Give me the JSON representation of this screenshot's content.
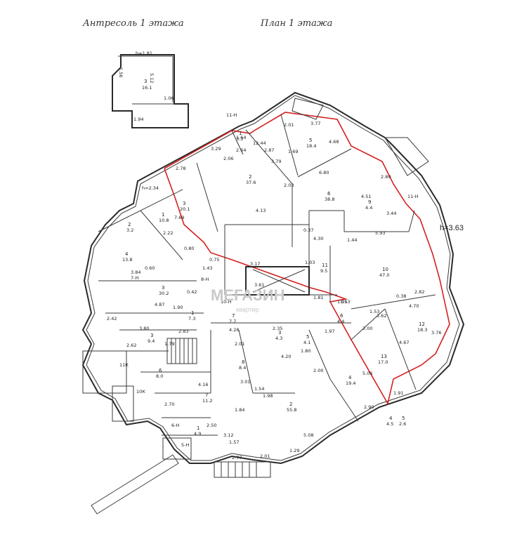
{
  "titles": {
    "mezzanine": "Антресоль 1 этажа",
    "floor_plan": "План 1 этажа"
  },
  "ceiling_height": "h=3.63",
  "watermark": {
    "brand": "МЕГАЗИН",
    "sub": "квартир"
  },
  "rooms": {
    "mz_3": {
      "num": "3",
      "area": "16.1"
    },
    "r1": {
      "num": "1",
      "area": "3.5"
    },
    "r2": {
      "num": "2",
      "area": "37.6"
    },
    "r3": {
      "num": "3",
      "area": "20.1"
    },
    "r5": {
      "num": "5",
      "area": "18.4"
    },
    "r6": {
      "num": "6",
      "area": "38.8"
    },
    "r9": {
      "num": "9",
      "area": "4.4"
    },
    "r10": {
      "num": "10",
      "area": "47.0"
    },
    "r11": {
      "num": "11",
      "area": "9.5"
    },
    "r12": {
      "num": "12",
      "area": "18.3"
    },
    "r13": {
      "num": "13",
      "area": "17.0"
    },
    "r4e": {
      "num": "4",
      "area": "19.4"
    },
    "r2s": {
      "num": "2",
      "area": "55.8"
    },
    "rw1": {
      "num": "1",
      "area": "10.8"
    },
    "rw2": {
      "num": "2",
      "area": "3.2"
    },
    "rw4": {
      "num": "4",
      "area": "13.8"
    },
    "rw3": {
      "num": "3",
      "area": "30.2"
    },
    "rw1b": {
      "num": "1",
      "area": "7.3"
    },
    "rw3b": {
      "num": "3",
      "area": "9.4"
    },
    "rw6": {
      "num": "6",
      "area": "8.0"
    },
    "rw7": {
      "num": "7",
      "area": "11.2"
    },
    "rw1c": {
      "num": "1",
      "area": "4.9"
    },
    "rc7": {
      "num": "7",
      "area": "7.7"
    },
    "rc8": {
      "num": "8",
      "area": "8.4"
    },
    "rc3": {
      "num": "3",
      "area": "4.3"
    },
    "rc5": {
      "num": "5",
      "area": "4.1"
    },
    "rc6": {
      "num": "6",
      "area": "4.4"
    },
    "r4s": {
      "num": "4",
      "area": "4.5"
    },
    "r5s": {
      "num": "5",
      "area": "2.6"
    }
  },
  "labels": {
    "l11h_top": "11-Н",
    "l11h_right": "11-Н",
    "l7h": "7-Н",
    "l8h": "8-Н",
    "l10h": "10-Н",
    "l6h": "6-Н",
    "l5h": "5-Н",
    "l11k": "11К",
    "l10k": "10К",
    "h_mz": "h=1.81",
    "h_w": "h=2.34"
  },
  "dims": {
    "d1": "12.44",
    "d2": "2.87",
    "d3": "3.77",
    "d4": "2.01",
    "d5": "3.29",
    "d6": "2.78",
    "d7": "2.06",
    "d8": "1.69",
    "d9": "4.68",
    "d10": "6.80",
    "d11": "2.03",
    "d12": "4.13",
    "d13": "7.69",
    "d14": "4.30",
    "d15": "5.93",
    "d16": "4.51",
    "d17": "4.70",
    "d18": "3.62",
    "d19": "3.00",
    "d20": "5.06",
    "d21": "2.90",
    "d22": "1.91",
    "d23": "4.20",
    "d24": "1.80",
    "d25": "4.28",
    "d26": "2.01",
    "d27": "4.87",
    "d28": "3.84",
    "d29": "1.79",
    "d30": "4.16",
    "d31": "2.50",
    "d32": "2.77",
    "d33": "5.08",
    "d34": "1.29",
    "d35": "2.01",
    "d36": "3.12",
    "d37": "1.57",
    "d38": "3.01",
    "d39": "2.00",
    "d40": "2.35",
    "d41": "1.81",
    "d42": "1.97",
    "d43": "1.91",
    "d44": "3.61",
    "d45": "1.64",
    "d46": "1.94",
    "d47": "5.12",
    "d48": "1.56",
    "d49": "1.06",
    "d50": "3.80",
    "d51": "2.62",
    "d52": "2.83",
    "d53": "1.90",
    "d54": "2.42",
    "d55": "1.44",
    "d56": "1.53",
    "d57": "2.82",
    "d58": "0.38",
    "d59": "3.76",
    "d60": "1.98",
    "d61": "2.70",
    "d62": "1.84",
    "d63": "1.54",
    "d64": "0.75",
    "d65": "0.60",
    "d66": "0.42",
    "d67": "0.80",
    "d68": "1.43",
    "d69": "0.37",
    "d70": "1.03",
    "d71": "3.17",
    "d72": "4.67",
    "d73": "2.64",
    "d74": "1.53",
    "d75": "3.79",
    "d76": "2.80",
    "d77": "3.44",
    "d78": "2.22"
  }
}
